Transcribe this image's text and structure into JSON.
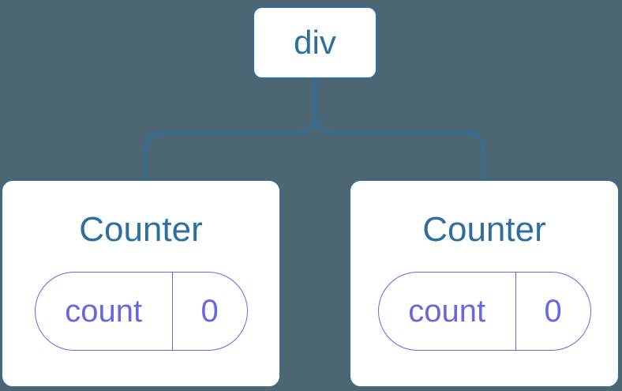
{
  "colors": {
    "background": "#4d6674",
    "node_border_blue": "#2f6f9f",
    "node_text_blue": "#2e6f9e",
    "state_purple": "#6767e0",
    "node_background": "#ffffff"
  },
  "tree": {
    "root": {
      "label": "div"
    },
    "children": [
      {
        "title": "Counter",
        "state": {
          "key": "count",
          "value": "0"
        }
      },
      {
        "title": "Counter",
        "state": {
          "key": "count",
          "value": "0"
        }
      }
    ]
  }
}
